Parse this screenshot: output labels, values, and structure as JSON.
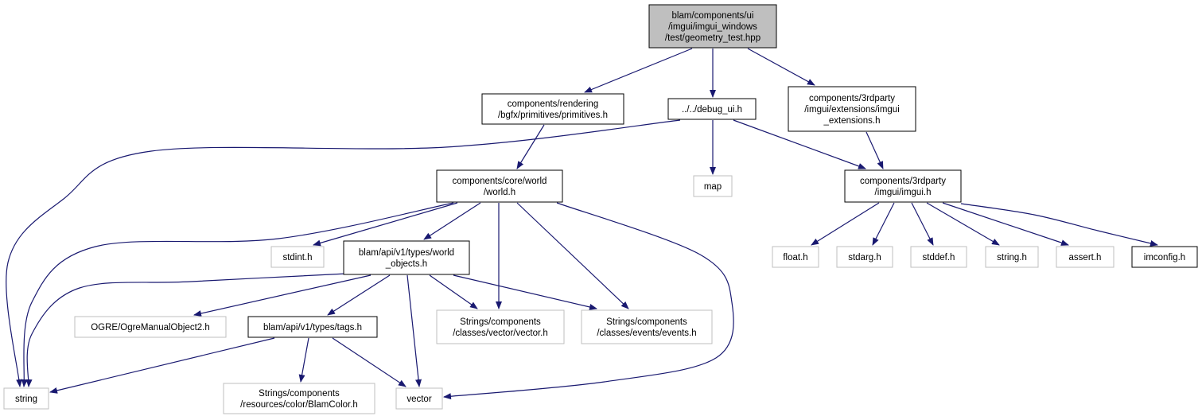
{
  "graph": {
    "colors": {
      "edge": "#191970",
      "root_fill": "#bfbfbf",
      "doc_border": "#000000",
      "external_border": "#bfbfbf",
      "background": "#ffffff"
    },
    "nodes": {
      "root": {
        "lines": [
          "blam/components/ui",
          "/imgui/imgui_windows",
          "/test/geometry_test.hpp"
        ],
        "kind": "root"
      },
      "primitives": {
        "lines": [
          "components/rendering",
          "/bgfx/primitives/primitives.h"
        ],
        "kind": "doc"
      },
      "debug_ui": {
        "lines": [
          "../../debug_ui.h"
        ],
        "kind": "doc"
      },
      "imgui_ext": {
        "lines": [
          "components/3rdparty",
          "/imgui/extensions/imgui",
          "_extensions.h"
        ],
        "kind": "doc"
      },
      "world": {
        "lines": [
          "components/core/world",
          "/world.h"
        ],
        "kind": "doc"
      },
      "map": {
        "lines": [
          "map"
        ],
        "kind": "external"
      },
      "imgui": {
        "lines": [
          "components/3rdparty",
          "/imgui/imgui.h"
        ],
        "kind": "doc"
      },
      "stdint": {
        "lines": [
          "stdint.h"
        ],
        "kind": "external"
      },
      "world_objects": {
        "lines": [
          "blam/api/v1/types/world",
          "_objects.h"
        ],
        "kind": "doc"
      },
      "float": {
        "lines": [
          "float.h"
        ],
        "kind": "external"
      },
      "stdarg": {
        "lines": [
          "stdarg.h"
        ],
        "kind": "external"
      },
      "stddef": {
        "lines": [
          "stddef.h"
        ],
        "kind": "external"
      },
      "string_h": {
        "lines": [
          "string.h"
        ],
        "kind": "external"
      },
      "assert": {
        "lines": [
          "assert.h"
        ],
        "kind": "external"
      },
      "imconfig": {
        "lines": [
          "imconfig.h"
        ],
        "kind": "doc"
      },
      "ogre": {
        "lines": [
          "OGRE/OgreManualObject2.h"
        ],
        "kind": "external"
      },
      "tags": {
        "lines": [
          "blam/api/v1/types/tags.h"
        ],
        "kind": "doc"
      },
      "vector_h": {
        "lines": [
          "Strings/components",
          "/classes/vector/vector.h"
        ],
        "kind": "external"
      },
      "events": {
        "lines": [
          "Strings/components",
          "/classes/events/events.h"
        ],
        "kind": "external"
      },
      "string": {
        "lines": [
          "string"
        ],
        "kind": "external"
      },
      "blamcolor": {
        "lines": [
          "Strings/components",
          "/resources/color/BlamColor.h"
        ],
        "kind": "external"
      },
      "vector": {
        "lines": [
          "vector"
        ],
        "kind": "external"
      }
    },
    "edges": [
      [
        "root",
        "primitives"
      ],
      [
        "root",
        "debug_ui"
      ],
      [
        "root",
        "imgui_ext"
      ],
      [
        "primitives",
        "world"
      ],
      [
        "debug_ui",
        "string"
      ],
      [
        "debug_ui",
        "map"
      ],
      [
        "debug_ui",
        "imgui"
      ],
      [
        "imgui_ext",
        "imgui"
      ],
      [
        "world",
        "string"
      ],
      [
        "world",
        "stdint"
      ],
      [
        "world",
        "world_objects"
      ],
      [
        "world",
        "vector_h"
      ],
      [
        "world",
        "events"
      ],
      [
        "world",
        "vector"
      ],
      [
        "imgui",
        "float"
      ],
      [
        "imgui",
        "stdarg"
      ],
      [
        "imgui",
        "stddef"
      ],
      [
        "imgui",
        "string_h"
      ],
      [
        "imgui",
        "assert"
      ],
      [
        "imgui",
        "imconfig"
      ],
      [
        "world_objects",
        "string"
      ],
      [
        "world_objects",
        "ogre"
      ],
      [
        "world_objects",
        "tags"
      ],
      [
        "world_objects",
        "vector"
      ],
      [
        "world_objects",
        "vector_h"
      ],
      [
        "world_objects",
        "events"
      ],
      [
        "tags",
        "string"
      ],
      [
        "tags",
        "blamcolor"
      ],
      [
        "tags",
        "vector"
      ]
    ]
  }
}
